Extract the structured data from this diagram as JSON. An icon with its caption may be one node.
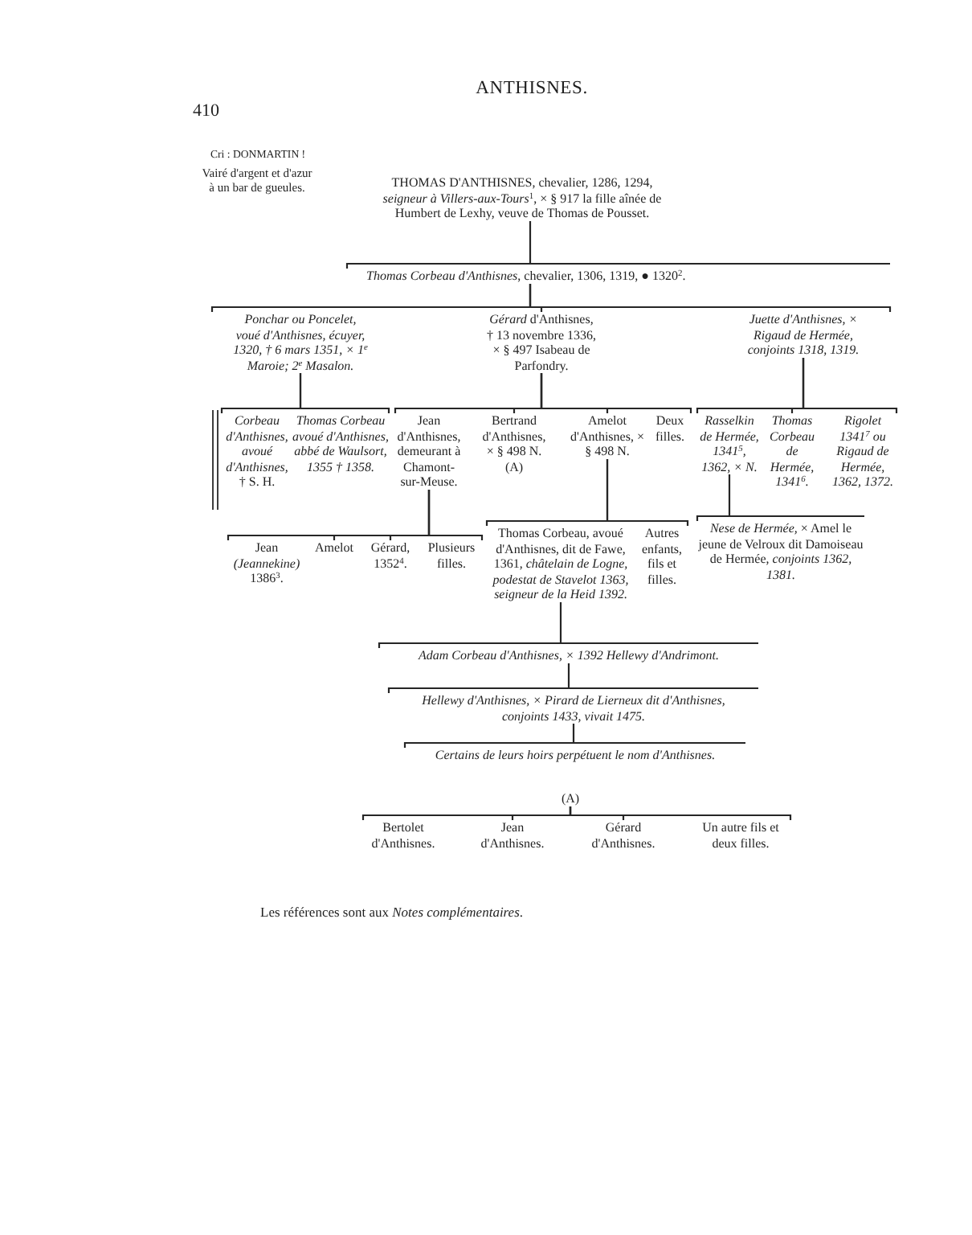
{
  "diagram": {
    "title": "ANTHISNES.",
    "nodes": [
      {
        "text": [
          "THOMAS D'ANTHISNES, chevalier, 1286, 1294, *seigneur à Villers-aux-Tours*$^{1}$, × § 917 la fille aînée de Humbert de Lexhy, veuve de Thomas de Pousset."
        ]
      },
      {
        "text": [
          "*Thomas Corbeau d'Anthisnes*, chevalier, 1306, 1319, ● 1320$^{2}$."
        ]
      },
      {
        "text": [
          "Ponchar ou Poncelet, voué d'Anthisnes, écuyer, 1320, † 6 mars 1351, × 1$^{e}$ Maroie; 2$^{e}$ Masalon."
        ]
      },
      {
        "text": [
          "*Gérard* d'Anthisnes, † 13 novembre 1336, × § 497 Isabeau de Parfondry."
        ]
      },
      {
        "text": [
          "Juette d'Anthisnes, × Rigaud de Hermée, conjoints 1318, 1319."
        ]
      },
      {
        "text": [
          "*Corbeau d'Anthisnes, avoué d'Anthisnes,* † S. H."
        ]
      },
      {
        "text": [
          "Thomas Corbeau avoué d'Anthisnes, abbé de Waulsort, 1355 † 1358."
        ]
      },
      {
        "text": [
          "Jean d'Anthisnes, demeurant à Chamont-sur-Meuse."
        ]
      },
      {
        "text": [
          "Bertrand d'Anthisnes, × § 498 N. (A)"
        ]
      },
      {
        "text": [
          "Amelot d'Anthisnes, × § 498 N."
        ]
      },
      {
        "text": [
          "Deux filles."
        ]
      },
      {
        "text": [
          "Rasselkin de Hermée, 1341$^{5}$, 1362, × N."
        ]
      },
      {
        "text": [
          "Thomas Corbeau de Hermée, 1341$^{6}$."
        ]
      },
      {
        "text": [
          "Rigolet 1341$^{7}$ ou Rigaud de Hermée, 1362, 1372."
        ]
      },
      {
        "text": [
          "Jean *(Jeannekine)* 1386$^{3}$."
        ]
      },
      {
        "text": [
          "Amelot"
        ]
      },
      {
        "text": [
          "Gérard, 1352$^{4}$."
        ]
      },
      {
        "text": [
          "Plusieurs filles."
        ]
      },
      {
        "text": [
          "Thomas Corbeau, avoué d'Anthisnes, dit de Fawe, 1361, *châtelain de Logne, podestat de Stavelot 1363, seigneur de la Heid 1392.*"
        ]
      },
      {
        "text": [
          "Autres enfants, fils et filles."
        ]
      },
      {
        "text": [
          "*Nese de Hermée,* × Amel le jeune de Velroux dit Damoiseau de Hermée, *conjoints 1362, 1381.*"
        ]
      },
      {
        "text": [
          "Adam Corbeau d'Anthisnes, × 1392 Hellewy d'Andrimont."
        ]
      },
      {
        "text": [
          "Hellewy d'Anthisnes, × Pirard de Lierneux dit d'Anthisnes, conjoints 1433, vivait 1475."
        ]
      },
      {
        "text": [
          "Certains de leurs hoirs perpétuent le nom d'Anthisnes."
        ]
      },
      {
        "text": [
          "(A)"
        ]
      },
      {
        "text": [
          "Bertolet d'Anthisnes."
        ]
      },
      {
        "text": [
          "Jean d'Anthisnes."
        ]
      },
      {
        "text": [
          "Gérard d'Anthisnes."
        ]
      },
      {
        "text": [
          "Un autre fils et deux filles."
        ]
      }
    ],
    "edges": [
      {
        "from": 0,
        "to": 1,
        "arrow": "none"
      },
      {
        "from": 1,
        "to": 2,
        "arrow": "none"
      },
      {
        "from": 1,
        "to": 3,
        "arrow": "none"
      },
      {
        "from": 1,
        "to": 4,
        "arrow": "none"
      },
      {
        "from": 2,
        "to": 5,
        "arrow": "none"
      },
      {
        "from": 2,
        "to": 6,
        "arrow": "none"
      },
      {
        "from": 3,
        "to": 7,
        "arrow": "none"
      },
      {
        "from": 3,
        "to": 8,
        "arrow": "none"
      },
      {
        "from": 3,
        "to": 9,
        "arrow": "none"
      },
      {
        "from": 3,
        "to": 10,
        "arrow": "none"
      },
      {
        "from": 4,
        "to": 11,
        "arrow": "none"
      },
      {
        "from": 4,
        "to": 12,
        "arrow": "none"
      },
      {
        "from": 4,
        "to": 13,
        "arrow": "none"
      },
      {
        "from": 7,
        "to": 14,
        "arrow": "none"
      },
      {
        "from": 7,
        "to": 15,
        "arrow": "none"
      },
      {
        "from": 7,
        "to": 16,
        "arrow": "none"
      },
      {
        "from": 7,
        "to": 17,
        "arrow": "none"
      },
      {
        "from": 9,
        "to": 18,
        "arrow": "none"
      },
      {
        "from": 9,
        "to": 19,
        "arrow": "none"
      },
      {
        "from": 11,
        "to": 20,
        "arrow": "none"
      },
      {
        "from": 18,
        "to": 21,
        "arrow": "none"
      },
      {
        "from": 21,
        "to": 22,
        "arrow": "none"
      },
      {
        "from": 22,
        "to": 23,
        "arrow": "none"
      },
      {
        "from": 24,
        "to": 25,
        "arrow": "none"
      },
      {
        "from": 24,
        "to": 26,
        "arrow": "none"
      },
      {
        "from": 24,
        "to": 27,
        "arrow": "none"
      },
      {
        "from": 24,
        "to": 28,
        "arrow": "none"
      }
    ],
    "labels": [
      "410",
      "Cri : DONMARTIN !",
      "Vairé d'argent et d'azur à un bar de gueules.",
      "Les références sont aux *Notes complémentaires*."
    ]
  }
}
